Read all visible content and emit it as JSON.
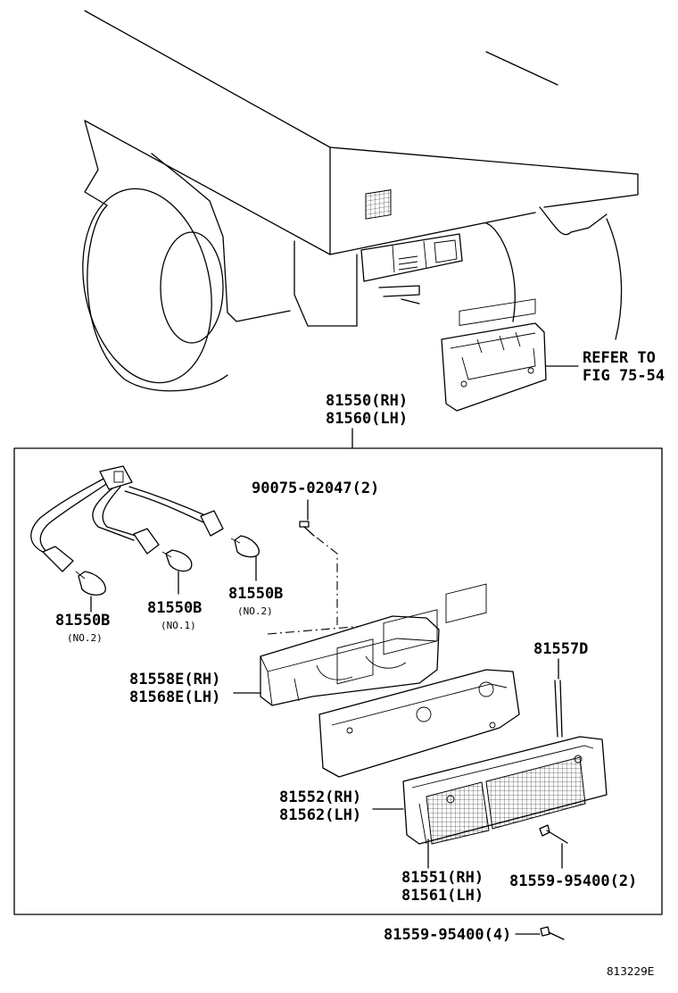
{
  "labels": {
    "assembly_rh": "81550(RH)",
    "assembly_lh": "81560(LH)",
    "refer_line1": "REFER TO",
    "refer_line2": "FIG 75-54",
    "screw_top": "90075-02047(2)",
    "bulb_a": "81550B",
    "bulb_a_note": "(NO.2)",
    "bulb_b": "81550B",
    "bulb_b_note": "(NO.1)",
    "bulb_c": "81550B",
    "bulb_c_note": "(NO.2)",
    "gasket_rh": "81558E(RH)",
    "gasket_lh": "81568E(LH)",
    "packing": "81557D",
    "housing_rh": "81552(RH)",
    "housing_lh": "81562(LH)",
    "lens_rh": "81551(RH)",
    "lens_lh": "81561(LH)",
    "screw_lens": "81559-95400(2)",
    "screw_bottom": "81559-95400(4)",
    "figure_id": "813229E"
  }
}
